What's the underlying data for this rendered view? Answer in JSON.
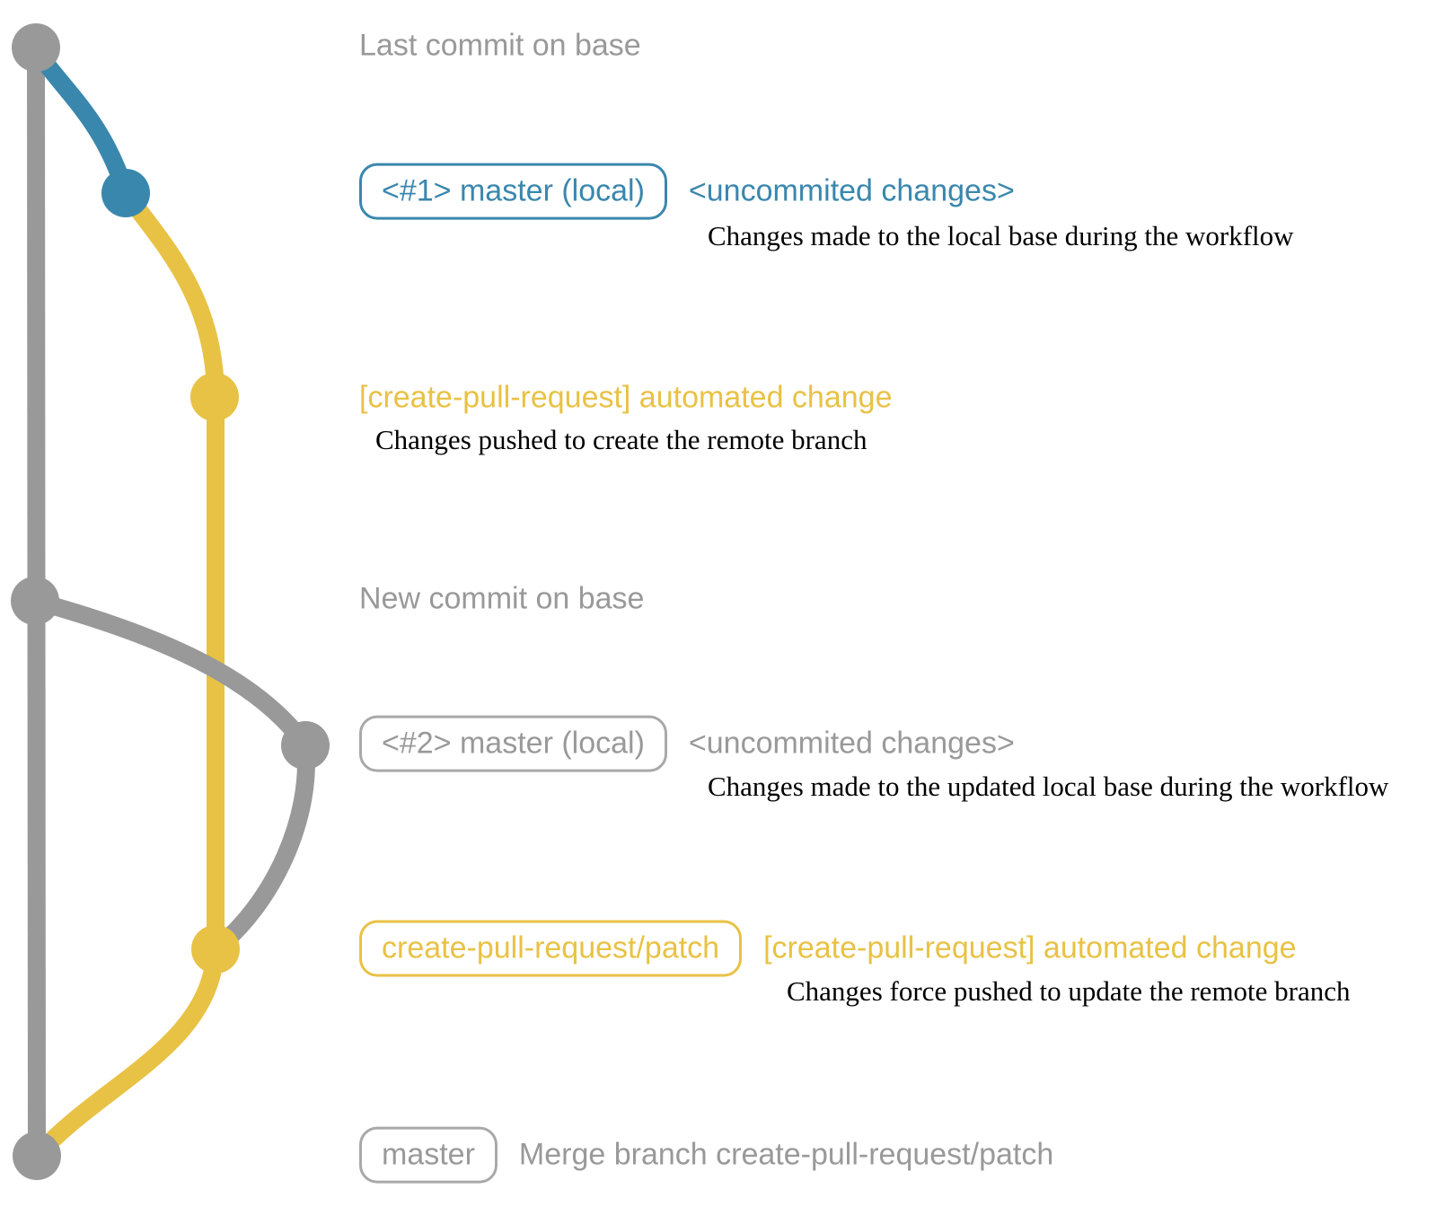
{
  "colors": {
    "base_gray": "#999999",
    "local_blue": "#3A87AD",
    "branch_yellow": "#E8C245",
    "description_black": "#000000"
  },
  "captions": {
    "last_commit": "Last commit on base",
    "new_commit": "New commit on base"
  },
  "row_local_1": {
    "badge": "<#1> master (local)",
    "note": "<uncommited changes>",
    "description": "Changes made to the local base during the workflow"
  },
  "row_push_1": {
    "note": "[create-pull-request] automated change",
    "description": "Changes pushed to create the remote branch"
  },
  "row_local_2": {
    "badge": "<#2> master (local)",
    "note": "<uncommited changes>",
    "description": "Changes made to the updated local base during the workflow"
  },
  "row_push_2": {
    "badge": "create-pull-request/patch",
    "note": "[create-pull-request] automated change",
    "description": "Changes force pushed to update the remote branch"
  },
  "row_merge": {
    "badge": "master",
    "note": "Merge branch create-pull-request/patch"
  }
}
